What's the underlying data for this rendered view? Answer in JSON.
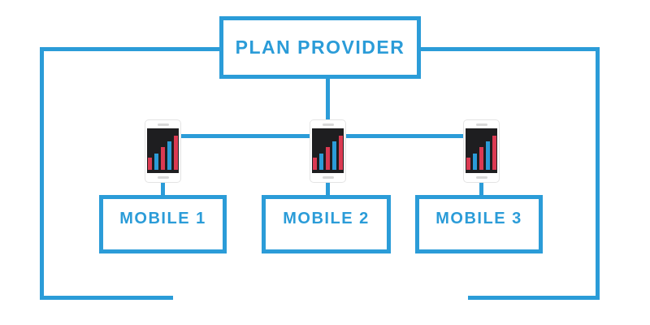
{
  "title": "PLAN PROVIDER",
  "colors": {
    "accent": "#2b9cd8",
    "bar_red": "#db3a52",
    "bar_blue": "#2b9cd8",
    "screen": "#1e1e20",
    "phone_body": "#ffffff",
    "detail_gray": "#d9d9d9",
    "background": "#ffffff"
  },
  "nodes": {
    "provider": {
      "label": "PLAN PROVIDER"
    },
    "mobiles": [
      {
        "label": "MOBILE 1"
      },
      {
        "label": "MOBILE 2"
      },
      {
        "label": "MOBILE 3"
      }
    ]
  },
  "phones": {
    "icon": "signal-bars-icon",
    "bar_pattern": [
      "red",
      "blue",
      "red",
      "blue",
      "red"
    ],
    "bar_heights": [
      15,
      20,
      28,
      35,
      42
    ]
  },
  "connections": [
    "provider-to-mobile2-phone",
    "phone1-to-phone2",
    "phone2-to-phone3",
    "phone1-to-mobile1-box",
    "phone2-to-mobile2-box",
    "phone3-to-mobile3-box",
    "provider-left-bracket",
    "provider-right-bracket"
  ]
}
